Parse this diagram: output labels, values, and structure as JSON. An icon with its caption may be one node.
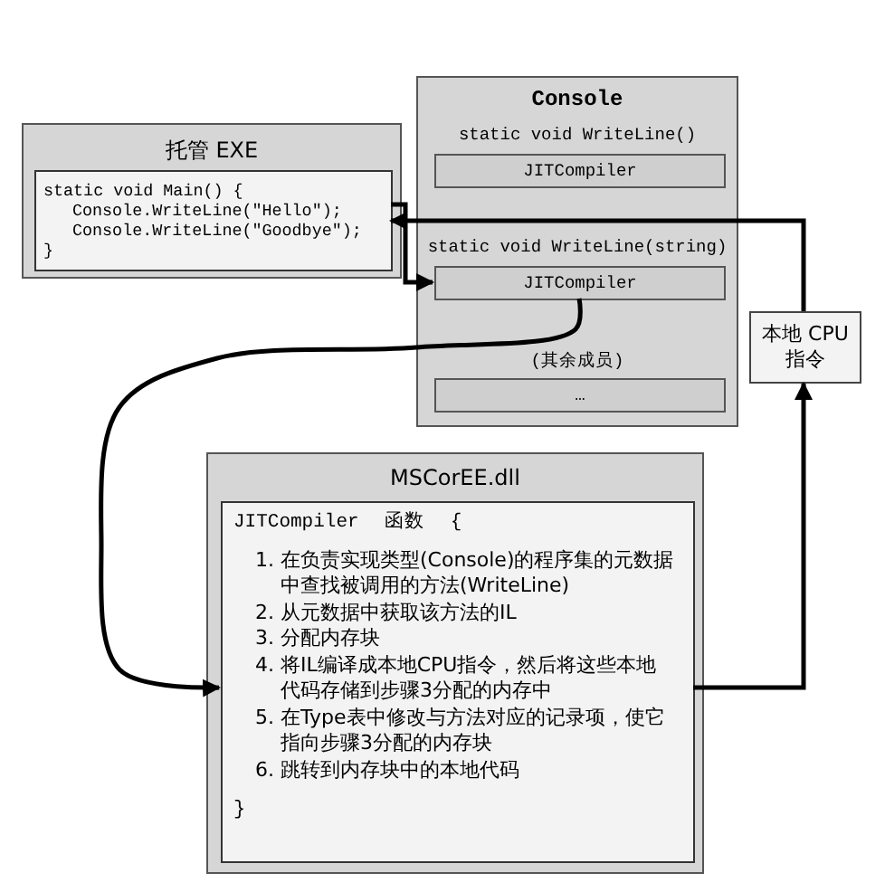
{
  "diagram": {
    "nodes": [
      {
        "text": [
          "托管 EXE"
        ]
      },
      {
        "text": [
          "static void Main() {",
          "Console.WriteLine(\"Hello\");",
          "Console.WriteLine(\"Goodbye\");",
          "}"
        ],
        "in": 0
      },
      {
        "text": [
          "Console"
        ]
      },
      {
        "text": [
          "JITCompiler"
        ],
        "in": 2,
        "beside": [
          "static void WriteLine()"
        ]
      },
      {
        "text": [
          "JITCompiler"
        ],
        "in": 2,
        "beside": [
          "static void WriteLine(string)"
        ]
      },
      {
        "text": [
          "…"
        ],
        "in": 2,
        "beside": [
          "(其余成员)"
        ]
      },
      {
        "text": [
          "本地 CPU 指令"
        ]
      },
      {
        "text": [
          "MSCorEE.dll"
        ]
      },
      {
        "text": [
          "JITCompiler 函数 {",
          "1. 在负责实现类型(Console)的程序集的元数据中查找被调用的方法(WriteLine)",
          "2. 从元数据中获取该方法的IL",
          "3. 分配内存块",
          "4. 将IL编译成本地CPU指令，然后将这些本地代码存储到步骤3分配的内存中",
          "5. 在Type表中修改与方法对应的记录项，使它指向步骤3分配的内存块",
          "6. 跳转到内存块中的本地代码",
          "}"
        ],
        "in": 7
      }
    ],
    "edges": [
      {
        "from": 1,
        "to": 4,
        "arrow": "to"
      },
      {
        "from": 6,
        "to": 1,
        "arrow": "to"
      },
      {
        "from": 4,
        "to": 8,
        "arrow": "to"
      },
      {
        "from": 8,
        "to": 6,
        "arrow": "to"
      }
    ]
  }
}
